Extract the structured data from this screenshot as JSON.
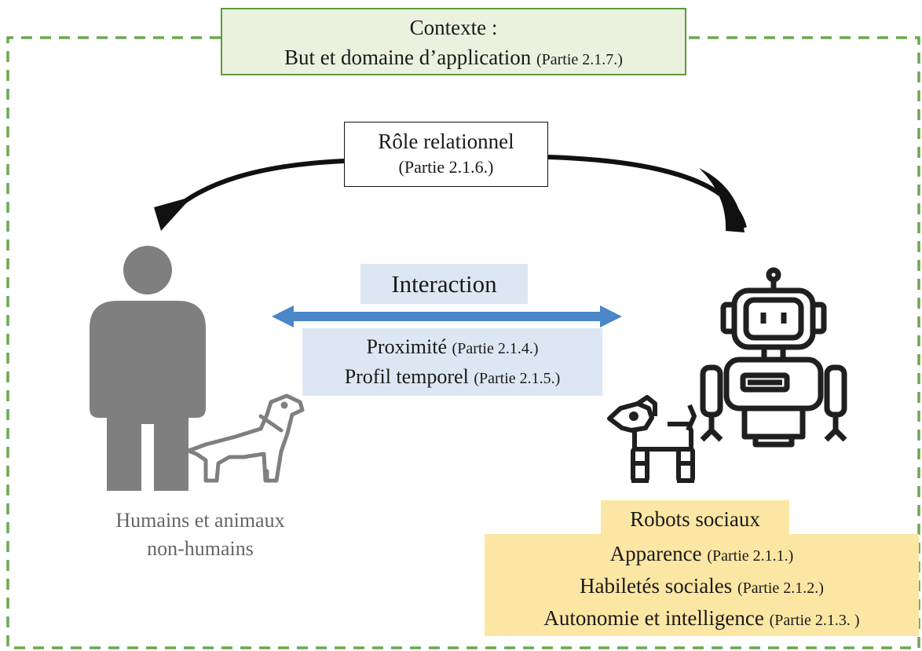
{
  "colors": {
    "dashed_border": "#6aa84f",
    "context_fill": "#eaf2df",
    "context_border": "#5f9a3a",
    "interaction_fill": "#dce7f3",
    "arrow_blue": "#4a86c8",
    "robots_fill": "#fce6a4",
    "human_gray": "#7f7f7f",
    "icon_dark": "#1f1f1f"
  },
  "context": {
    "line1": "Contexte :",
    "line2": "But et domaine d’application",
    "ref": "(Partie 2.1.7.)"
  },
  "role": {
    "title": "Rôle relationnel",
    "ref": "(Partie 2.1.6.)"
  },
  "interaction": {
    "title": "Interaction",
    "items": [
      {
        "label": "Proximité",
        "ref": "(Partie 2.1.4.)"
      },
      {
        "label": "Profil temporel",
        "ref": "(Partie 2.1.5.)"
      }
    ]
  },
  "humans": {
    "line1": "Humains et animaux",
    "line2": "non-humains",
    "icons": [
      "person-icon",
      "dog-icon"
    ]
  },
  "robots": {
    "title": "Robots sociaux",
    "items": [
      {
        "label": "Apparence",
        "ref": "(Partie 2.1.1.)"
      },
      {
        "label": "Habiletés sociales",
        "ref": "(Partie 2.1.2.)"
      },
      {
        "label": "Autonomie et intelligence",
        "ref": "(Partie 2.1.3. )"
      }
    ],
    "icons": [
      "robot-icon",
      "robot-dog-icon"
    ]
  }
}
